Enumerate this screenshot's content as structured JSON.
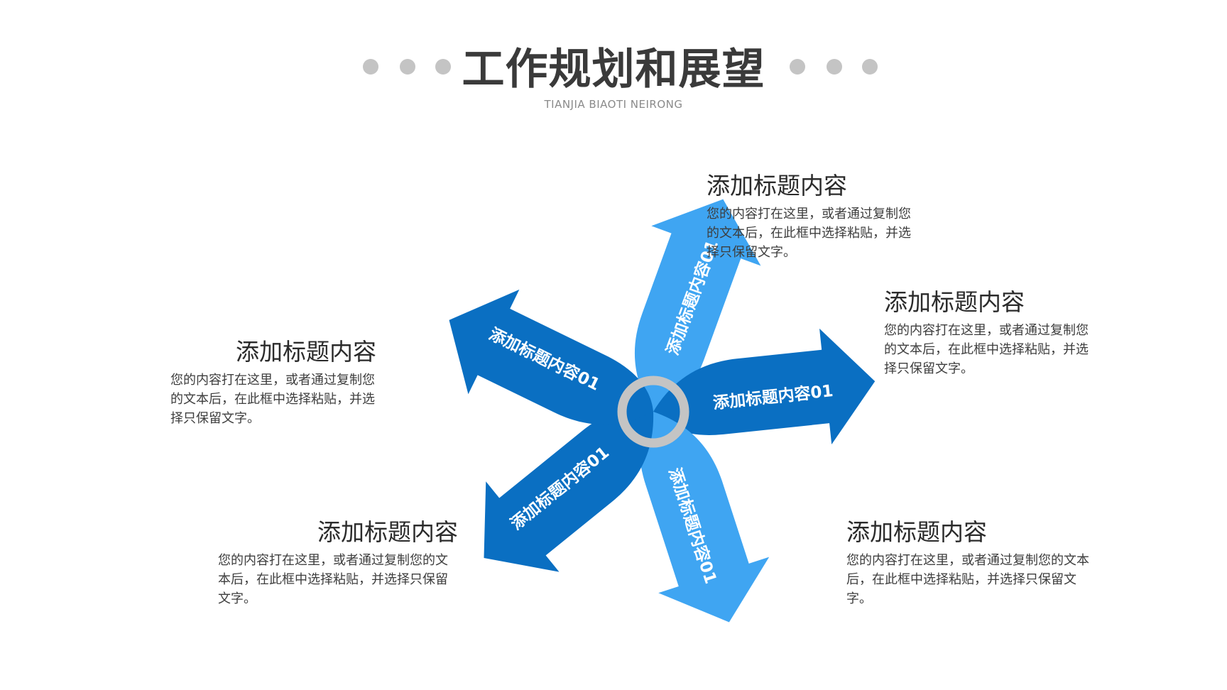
{
  "header": {
    "title": "工作规划和展望",
    "subtitle": "TIANJIA BIAOTI NEIRONG"
  },
  "colors": {
    "dark_blue": "#0a6fc2",
    "light_blue": "#3fa5f2",
    "ring": "#c4c4c4",
    "dot": "#c4c4c4"
  },
  "arrows": [
    {
      "label": "添加标题内容01",
      "color": "light_blue"
    },
    {
      "label": "添加标题内容01",
      "color": "dark_blue"
    },
    {
      "label": "添加标题内容01",
      "color": "light_blue"
    },
    {
      "label": "添加标题内容01",
      "color": "dark_blue"
    },
    {
      "label": "添加标题内容01",
      "color": "dark_blue"
    }
  ],
  "blocks": [
    {
      "title": "添加标题内容",
      "body": "您的内容打在这里，或者通过复制您的文本后，在此框中选择粘贴，并选择只保留文字。"
    },
    {
      "title": "添加标题内容",
      "body": "您的内容打在这里，或者通过复制您的文本后，在此框中选择粘贴，并选择只保留文字。"
    },
    {
      "title": "添加标题内容",
      "body": "您的内容打在这里，或者通过复制您的文本后，在此框中选择粘贴，并选择只保留文字。"
    },
    {
      "title": "添加标题内容",
      "body": "您的内容打在这里，或者通过复制您的文本后，在此框中选择粘贴，并选择只保留文字。"
    },
    {
      "title": "添加标题内容",
      "body": "您的内容打在这里，或者通过复制您的文本后，在此框中选择粘贴，并选择只保留文字。"
    }
  ]
}
